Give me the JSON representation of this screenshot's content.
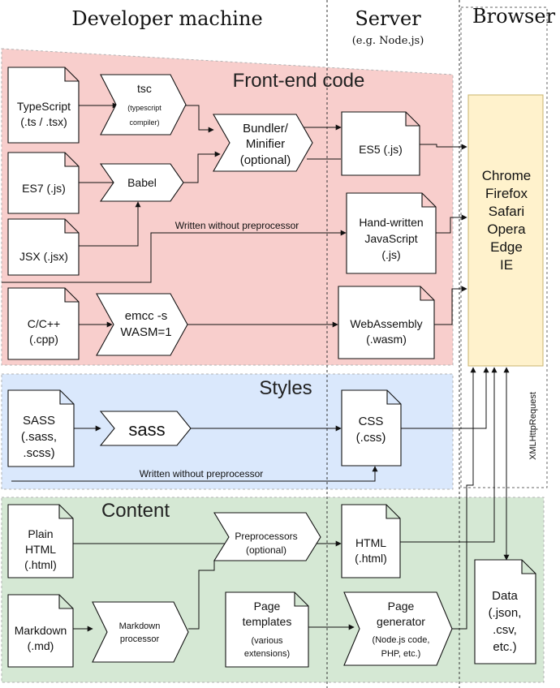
{
  "columns": {
    "developer": "Developer machine",
    "server": "Server",
    "server_sub": "(e.g. Node.js)",
    "browser": "Browser"
  },
  "sections": {
    "frontend": "Front-end code",
    "styles": "Styles",
    "content": "Content"
  },
  "nodes": {
    "typescript": [
      "TypeScript",
      "(.ts / .tsx)"
    ],
    "tsc": [
      "tsc",
      "(typescript",
      "compiler)"
    ],
    "bundler": [
      "Bundler/",
      "Minifier",
      "(optional)"
    ],
    "es5": [
      "ES5 (.js)"
    ],
    "es7": [
      "ES7 (.js)"
    ],
    "babel": [
      "Babel"
    ],
    "jsx": [
      "JSX (.jsx)"
    ],
    "handwritten": [
      "Hand-written",
      "JavaScript",
      "(.js)"
    ],
    "cpp": [
      "C/C++",
      "(.cpp)"
    ],
    "emcc": [
      "emcc -s",
      "WASM=1"
    ],
    "wasm": [
      "WebAssembly",
      "(.wasm)"
    ],
    "sass_src": [
      "SASS",
      "(.sass,",
      ".scss)"
    ],
    "sass_proc": [
      "sass"
    ],
    "css": [
      "CSS",
      "(.css)"
    ],
    "html_src": [
      "Plain",
      "HTML",
      "(.html)"
    ],
    "preprocessors": [
      "Preprocessors",
      "(optional)"
    ],
    "html_out": [
      "HTML",
      "(.html)"
    ],
    "markdown": [
      "Markdown",
      "(.md)"
    ],
    "md_proc": [
      "Markdown",
      "processor"
    ],
    "templates": [
      "Page",
      "templates",
      "(various",
      "extensions)"
    ],
    "generator": [
      "Page",
      "generator",
      "(Node.js code,",
      "PHP, etc.)"
    ],
    "data": [
      "Data",
      "(.json,",
      ".csv,",
      "etc.)"
    ],
    "browsers": [
      "Chrome",
      "Firefox",
      "Safari",
      "Opera",
      "Edge",
      "IE"
    ]
  },
  "edge_labels": {
    "js_direct": "Written without preprocessor",
    "css_direct": "Written without preprocessor",
    "xhr": "XMLHttpRequest"
  },
  "colors": {
    "frontend_fill": "#f8cecc",
    "styles_fill": "#dae8fc",
    "content_fill": "#d5e8d4",
    "browser_fill": "#fff2cc"
  }
}
